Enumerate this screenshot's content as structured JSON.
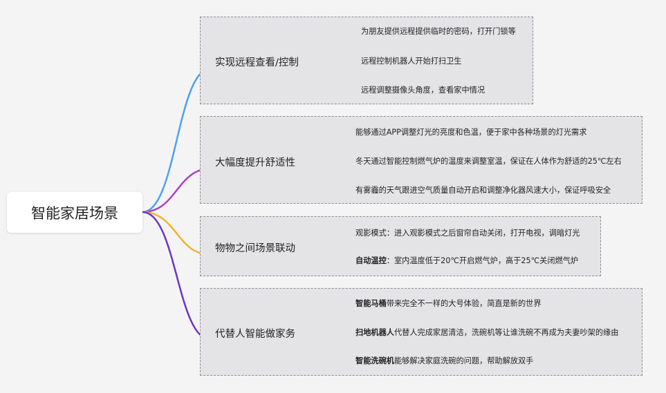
{
  "root": {
    "label": "智能家居场景"
  },
  "branches": [
    {
      "label": "实现远程查看/控制",
      "color": "#4ba1f0",
      "leaves": [
        {
          "bold": "",
          "text": "为朋友提供远程提供临时的密码，打开门锁等"
        },
        {
          "bold": "",
          "text": "远程控制机器人开始打扫卫生"
        },
        {
          "bold": "",
          "text": "远程调整摄像头角度，查看家中情况"
        }
      ]
    },
    {
      "label": "大幅度提升舒适性",
      "color": "#b03ec1",
      "leaves": [
        {
          "bold": "",
          "text": "能够通过APP调整灯光的亮度和色温，便于家中各种场景的灯光需求"
        },
        {
          "bold": "",
          "text": "冬天通过智能控制燃气炉的温度来调整室温，保证在人体作为舒适的25℃左右"
        },
        {
          "bold": "",
          "text": "有雾霾的天气跟进空气质量自动开启和调整净化器风速大小，保证呼吸安全"
        }
      ]
    },
    {
      "label": "物物之间场景联动",
      "color": "#f0b429",
      "leaves": [
        {
          "bold": "",
          "text": "观影模式：进入观影模式之后窗帘自动关闭，打开电视，调暗灯光"
        },
        {
          "bold": "自动温控",
          "text": "：室内温度低于20℃开启燃气炉，高于25℃关闭燃气炉"
        }
      ]
    },
    {
      "label": "代替人智能做家务",
      "color": "#6b35c4",
      "leaves": [
        {
          "bold": "智能马桶",
          "text": "带来完全不一样的大号体验，简直是新的世界"
        },
        {
          "bold": "扫地机器人",
          "text": "代替人完成家居清洁，洗碗机等让谁洗碗不再成为夫妻吵架的缘由"
        },
        {
          "bold": "智能洗碗机",
          "text": "能够解决家庭洗碗的问题，帮助解放双手"
        }
      ]
    }
  ]
}
